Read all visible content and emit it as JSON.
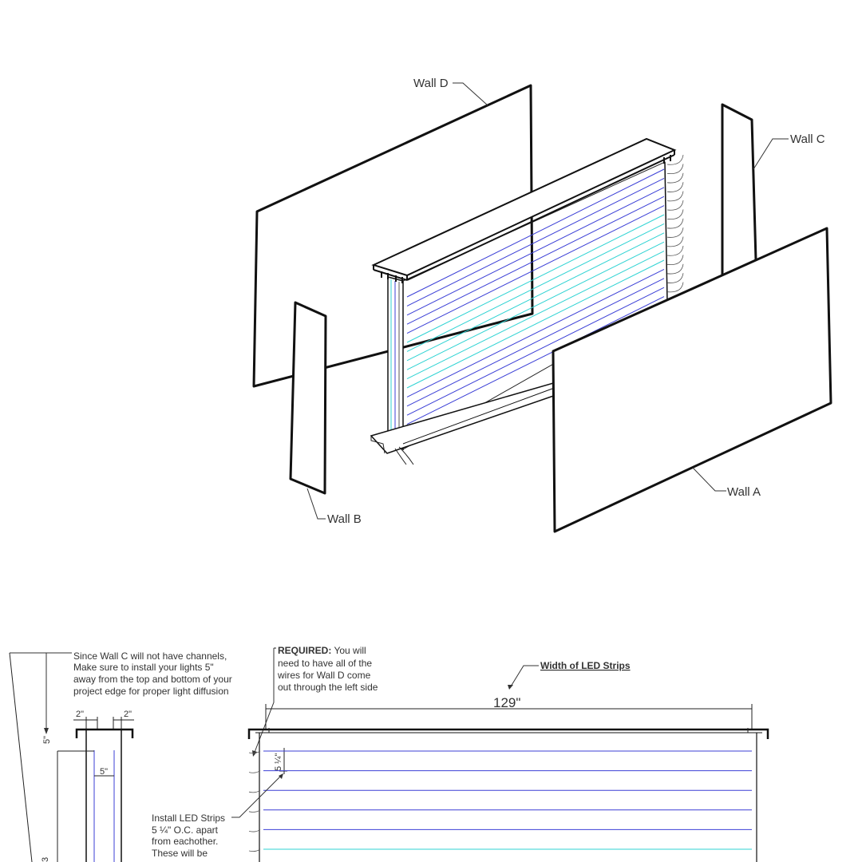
{
  "iso_labels": {
    "wall_d": "Wall D",
    "wall_c": "Wall C",
    "wall_b": "Wall B",
    "wall_a": "Wall A"
  },
  "notes": {
    "wall_c_note": [
      "Since Wall C will not have channels,",
      "Make sure to install your lights 5\"",
      "away from the top and bottom of your",
      "project edge for proper light diffusion"
    ],
    "required_bold": "REQUIRED:",
    "required_lines": [
      " You will",
      "need to have all of the",
      "wires for Wall D come",
      "out through the left side"
    ],
    "install_lines": [
      "Install LED Strips",
      "5 ¼\" O.C. apart",
      "from eachother.",
      "These will be"
    ]
  },
  "dimensions": {
    "width_header": "Width of LED Strips",
    "width_value": "129\"",
    "left_2a": "2\"",
    "left_2b": "2\"",
    "inner_5": "5\"",
    "top_5": "5\"",
    "spacing": "5 ¼\""
  },
  "colors": {
    "led_blue": "#3b3fd6",
    "led_cyan": "#2fd3d3",
    "line": "#111111"
  }
}
